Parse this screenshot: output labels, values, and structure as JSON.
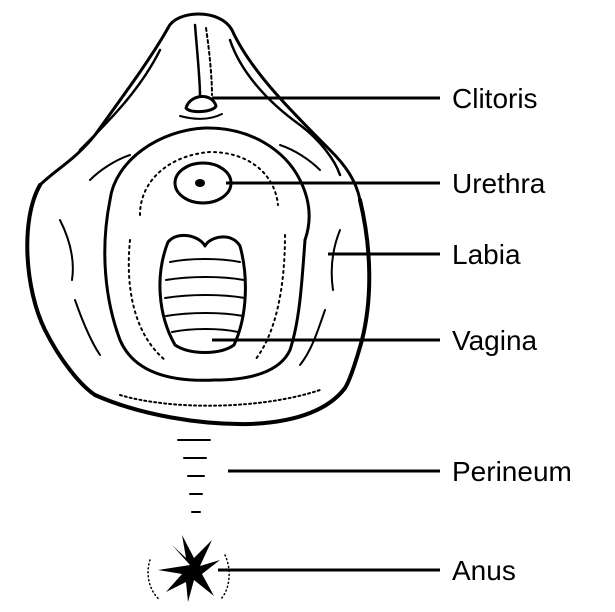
{
  "labels": {
    "clitoris": "Clitoris",
    "urethra": "Urethra",
    "labia": "Labia",
    "vagina": "Vagina",
    "perineum": "Perineum",
    "anus": "Anus"
  },
  "colors": {
    "ink": "#000000",
    "background": "#ffffff"
  }
}
